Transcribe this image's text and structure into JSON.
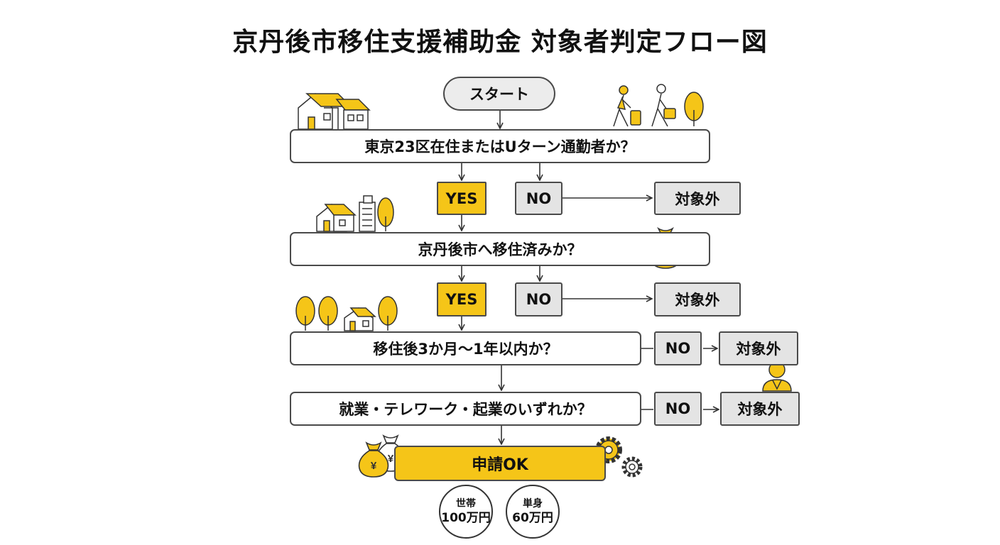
{
  "title": "京丹後市移住支援補助金 対象者判定フロー図",
  "start_label": "スタート",
  "questions": {
    "q1": "東京23区在住またはUターン通勤者か？",
    "q2": "京丹後市へ移住済みか？",
    "q3": "移住後3か月〜1年以内か？",
    "q4": "就業・テレワーク・起業のいずれか？"
  },
  "answers": {
    "yes": "YES",
    "no": "NO",
    "out": "対象外"
  },
  "result": {
    "label": "申請OK",
    "household_label": "世帯",
    "household_amount": "100万円",
    "single_label": "単身",
    "single_amount": "60万円"
  },
  "icons": {
    "currency_dollar": "$",
    "currency_yen": "¥"
  },
  "colors": {
    "accent": "#f5c518",
    "box_gray": "#e4e4e4",
    "outline": "#4a4a4a"
  }
}
